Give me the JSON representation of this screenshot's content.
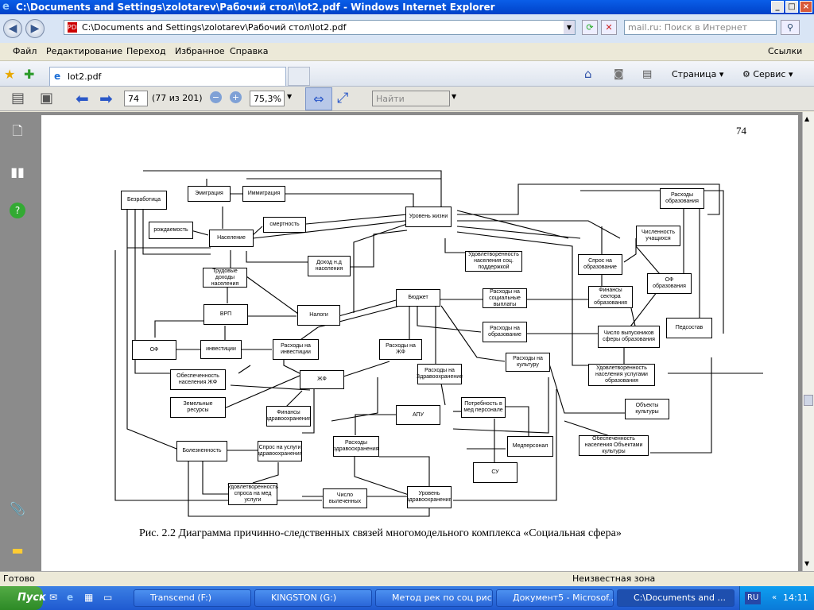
{
  "window": {
    "title": "C:\\Documents and Settings\\zolotarev\\Рабочий стол\\lot2.pdf - Windows Internet Explorer"
  },
  "address": {
    "url": "C:\\Documents and Settings\\zolotarev\\Рабочий стол\\lot2.pdf",
    "search_placeholder": "mail.ru: Поиск в Интернет"
  },
  "menu": {
    "items": [
      "Файл",
      "Редактирование",
      "Переход",
      "Избранное",
      "Справка"
    ],
    "links": "Ссылки"
  },
  "tab": {
    "label": "lot2.pdf"
  },
  "commandbar": {
    "page": "Страница",
    "service": "Сервис"
  },
  "pdf": {
    "page_number": "74",
    "page_count": "(77 из 201)",
    "zoom": "75,3%",
    "find_placeholder": "Найти"
  },
  "document": {
    "page_label": "74",
    "caption": "Рис. 2.2 Диаграмма причинно-следственных связей многомодельного комплекса «Социальная сфера»",
    "nodes": {
      "unemployment": "Безработица",
      "emigration": "Эмиграция",
      "immigration": "Иммиграция",
      "birth": "рождаемость",
      "population": "Население",
      "mortality": "смертность",
      "living": "Уровень жизни",
      "income": "Доход н.д населения",
      "labor": "Трудовые доходы населения",
      "satisfaction": "Удовлетворенность населения соц. поддержкой",
      "grp": "ВРП",
      "taxes": "Налоги",
      "budget": "Бюджет",
      "social": "Расходы на социальные выплаты",
      "edu_exp": "Расходы на образование",
      "of": "ОФ",
      "invest": "инвестиции",
      "inv_exp": "Расходы на инвестиции",
      "housing_exp": "Расходы на ЖФ",
      "health_exp": "Расходы на Здравоохранение",
      "culture_exp": "Расходы на культуру",
      "housing_sec": "Обеспеченность населения ЖФ",
      "housing": "ЖФ",
      "land": "Земельные ресурсы",
      "health_fin": "Финансы здравоохранения",
      "apu": "АПУ",
      "med_need": "Потребность в мед персонале",
      "health_exp2": "Расходы здравоохранения",
      "medstaff": "Медперсонал",
      "su": "СУ",
      "morbidity": "Болезненность",
      "demand": "Спрос на услуги здравоохранения",
      "med_satisfaction": "Удовлетворенность спроса на мед услуги",
      "cured": "Число вылеченных",
      "health_level": "Уровень здравоохранения",
      "edu_exp_right": "Расходы образования",
      "students": "Численность учащихся",
      "edu_demand": "Спрос на образование",
      "of_edu": "ОФ образования",
      "edu_fin": "Финансы сектора образования",
      "graduates": "Число выпускников сферы образования",
      "teachers": "Педсостав",
      "edu_satisfaction": "Удовлетворенность населения услугами образования",
      "culture_obj": "Объекты культуры",
      "culture_sec": "Обеспеченность населения Объектами культуры"
    }
  },
  "status": {
    "left": "Готово",
    "zone": "Неизвестная зона"
  },
  "taskbar": {
    "start": "Пуск",
    "tasks": [
      "Transcend (F:)",
      "KINGSTON (G:)",
      "Метод рек по соц рис...",
      "Документ5 - Microsof...",
      "C:\\Documents and ..."
    ],
    "lang": "RU",
    "clock": "14:11"
  }
}
